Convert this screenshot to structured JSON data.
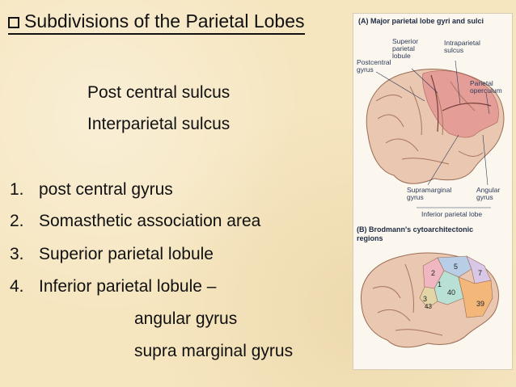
{
  "title": "Subdivisions of the Parietal Lobes",
  "sulci": [
    "Post central sulcus",
    "Interparietal sulcus"
  ],
  "items": [
    {
      "num": "1.",
      "text": "post central gyrus"
    },
    {
      "num": "2.",
      "text": "Somasthetic association area"
    },
    {
      "num": "3.",
      "text": "Superior parietal lobule"
    },
    {
      "num": "4.",
      "text": "Inferior parietal lobule –"
    }
  ],
  "subitems": [
    "angular gyrus",
    "supra marginal gyrus"
  ],
  "figure": {
    "panel_a_title": "(A) Major parietal lobe gyri and sulci",
    "panel_a_labels": {
      "superior_parietal_lobule": "Superior parietal lobule",
      "intraparietal_sulcus": "Intraparietal sulcus",
      "postcentral_gyrus": "Postcentral gyrus",
      "parietal_operculum": "Parietal operculum",
      "supramarginal_gyrus": "Supramarginal gyrus",
      "angular_gyrus": "Angular gyrus",
      "inferior_parietal_lobe": "Inferior parietal lobe"
    },
    "panel_b_title": "(B) Brodmann's cytoarchitectonic regions",
    "brodmann_numbers": [
      "2",
      "1",
      "3",
      "5",
      "7",
      "43",
      "40",
      "39"
    ],
    "colors": {
      "brain": "#e9c7b0",
      "parietal_highlight": "#e59a95",
      "area_2": "#f0b7c0",
      "area_5": "#b8cde6",
      "area_7": "#d9c7e8",
      "area_40": "#b9e0d4",
      "area_39": "#f3b77a",
      "area_43": "#e2d6a8"
    }
  }
}
